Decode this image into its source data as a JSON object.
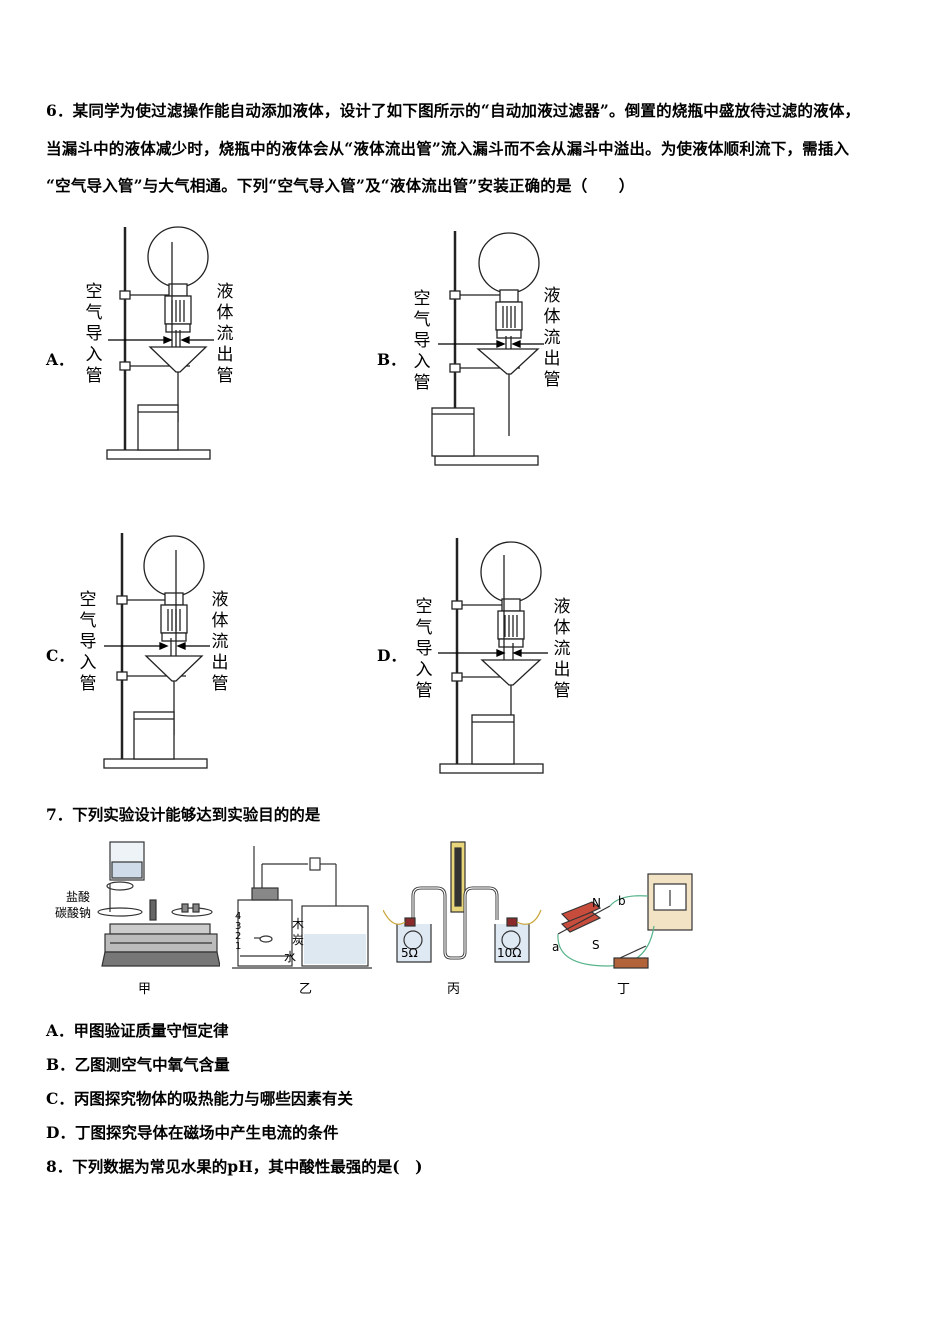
{
  "q6": {
    "line1": "6．某同学为使过滤操作能自动添加液体，设计了如下图所示的“自动加液过滤器”。倒置的烧瓶中盛放待过滤的液体，",
    "line2": "当漏斗中的液体减少时，烧瓶中的液体会从“液体流出管”流入漏斗而不会从漏斗中溢出。为使液体顺利流下，需插入",
    "line3": "“空气导入管”与大气相通。下列“空气导入管”及“液体流出管”安装正确的是（　　）",
    "label_air": [
      "空",
      "气",
      "导",
      "入",
      "管"
    ],
    "label_liquid": [
      "液",
      "体",
      "流",
      "出",
      "管"
    ],
    "options": [
      {
        "letter": "A．"
      },
      {
        "letter": "B．"
      },
      {
        "letter": "C．"
      },
      {
        "letter": "D．"
      }
    ]
  },
  "q7": {
    "stem": "7．下列实验设计能够达到实验目的的是",
    "fig_labels": {
      "jia_hcl": "盐酸",
      "jia_na2co3": "碳酸钠",
      "yi_ticks": [
        "4",
        "3",
        "2",
        "1"
      ],
      "yi_charcoal": [
        "木",
        "炭"
      ],
      "yi_water": "水",
      "bing_r1": "5Ω",
      "bing_r2": "10Ω",
      "ding_n": "N",
      "ding_s": "S",
      "ding_a": "a",
      "ding_b": "b"
    },
    "captions": [
      "甲",
      "乙",
      "丙",
      "丁"
    ],
    "choices": [
      "A．甲图验证质量守恒定律",
      "B．乙图测空气中氧气含量",
      "C．丙图探究物体的吸热能力与哪些因素有关",
      "D．丁图探究导体在磁场中产生电流的条件"
    ]
  },
  "q8": {
    "stem": "8．下列数据为常见水果的pH，其中酸性最强的是(　)"
  }
}
